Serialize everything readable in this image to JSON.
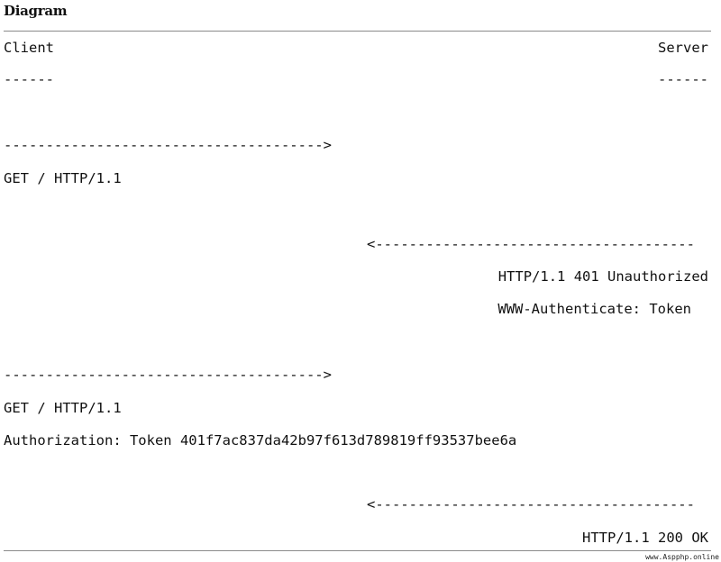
{
  "heading": "Diagram",
  "client_label": "Client",
  "server_label": "Server",
  "underline": "------",
  "arrow_right": "-------------------------------------->",
  "arrow_left": "<--------------------------------------",
  "request1": {
    "line1": "GET / HTTP/1.1"
  },
  "response1": {
    "line1": "HTTP/1.1 401 Unauthorized",
    "line2": "WWW-Authenticate: Token"
  },
  "request2": {
    "line1": "GET / HTTP/1.1",
    "line2": "Authorization: Token 401f7ac837da42b97f613d789819ff93537bee6a"
  },
  "response2": {
    "line1": "HTTP/1.1 200 OK"
  },
  "watermark": "www.Aspphp.online"
}
